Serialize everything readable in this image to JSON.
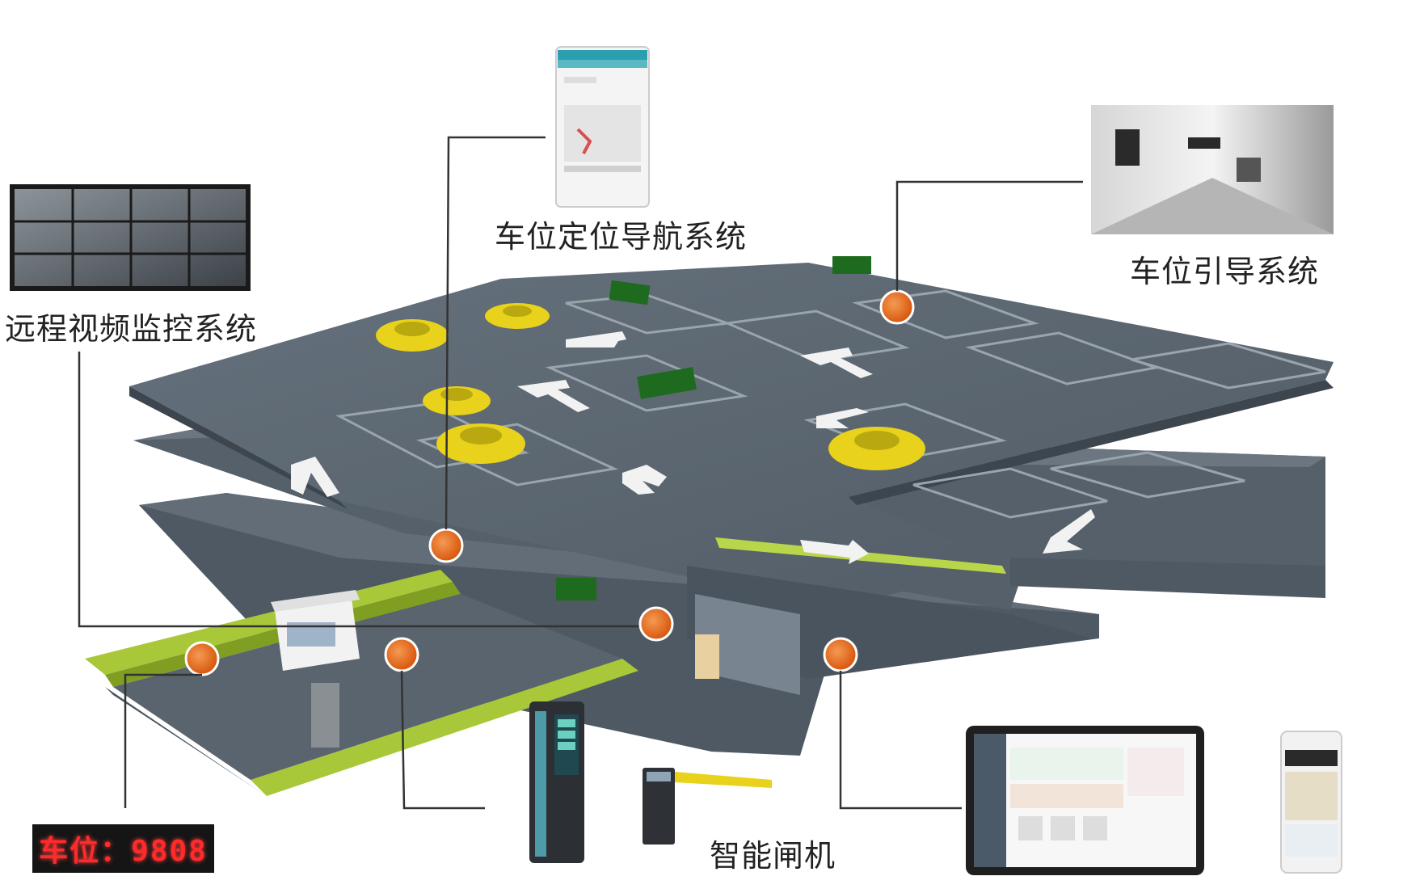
{
  "labels": {
    "video_monitoring": "远程视频监控系统",
    "space_navigation": "车位定位导航系统",
    "space_guidance": "车位引导系统",
    "smart_gate": "智能闸机"
  },
  "led_counter": {
    "text": "车位：9808"
  },
  "colors": {
    "floor": "#5d6873",
    "floor_dark": "#4a545e",
    "floor_edge": "#3a434c",
    "grass": "#a8c83a",
    "grass_dark": "#7f9e22",
    "car": "#e8d21c",
    "marker": "#e86a1a",
    "led_red": "#ff2a2a",
    "sign_green": "#1e6a1e",
    "line": "#333333"
  }
}
